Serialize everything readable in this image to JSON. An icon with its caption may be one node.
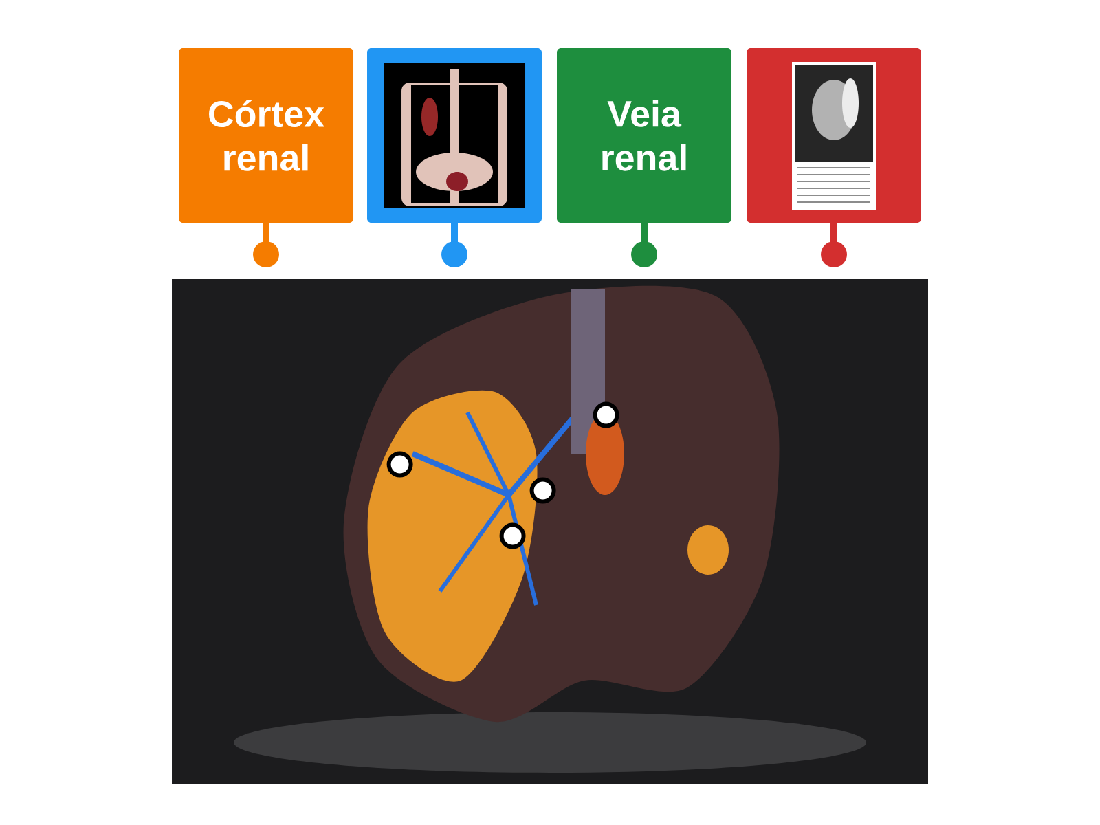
{
  "diagram": {
    "nodes": [
      {
        "text": [
          "Córtex renal"
        ]
      },
      {
        "text": [],
        "shape": "picture"
      },
      {
        "text": [
          "Veia renal"
        ]
      },
      {
        "text": [],
        "shape": "picture"
      },
      {
        "text": [],
        "shape": "picture"
      },
      {
        "text": [],
        "shape": "circle",
        "in": 4
      },
      {
        "text": [],
        "shape": "circle",
        "in": 4
      },
      {
        "text": [],
        "shape": "circle",
        "in": 4
      },
      {
        "text": [],
        "shape": "circle",
        "in": 4
      }
    ]
  }
}
